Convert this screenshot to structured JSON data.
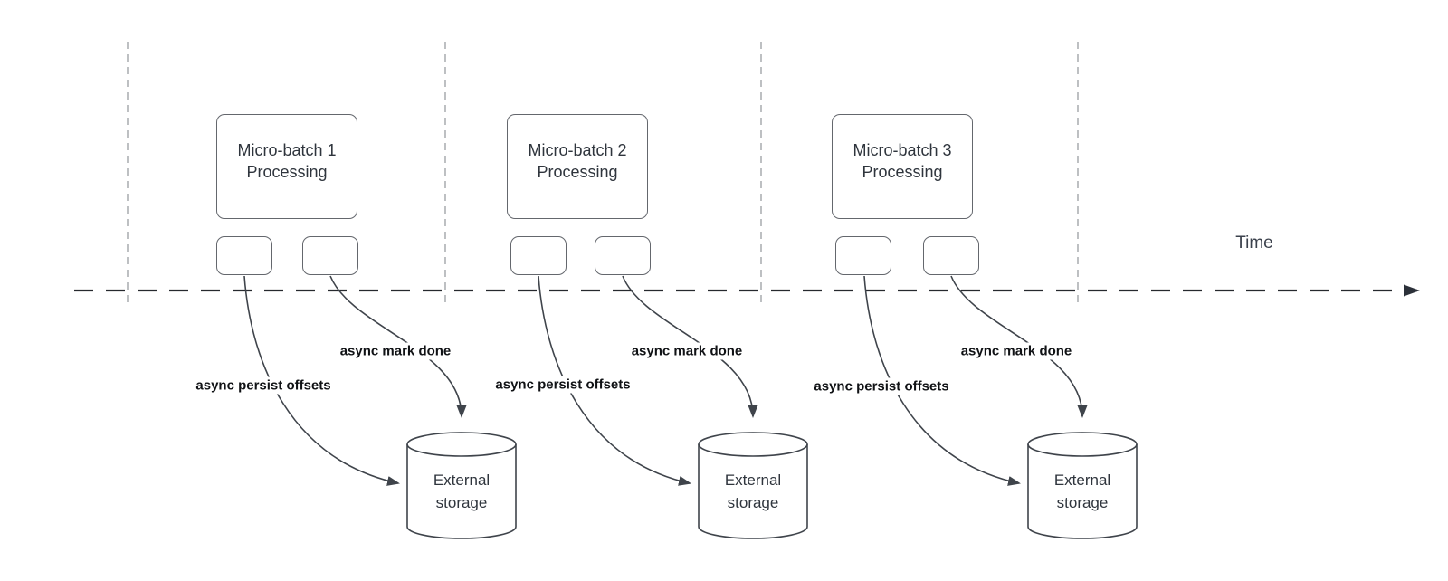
{
  "diagram": {
    "title_hint": "Micro-batch processing timeline with async writes to external storage",
    "time_label": "Time",
    "colors": {
      "shape_stroke": "#64676d",
      "curve_stroke": "#3f444b",
      "timeline_stroke": "#26292e",
      "guide_stroke": "#adb0b4",
      "text_dark": "#2f353d",
      "label_bold": "#101215"
    },
    "batches": [
      {
        "title": "Micro-batch 1",
        "subtitle": "Processing",
        "persist_label": "async persist offsets",
        "done_label": "async mark done",
        "storage": {
          "line1": "External",
          "line2": "storage"
        }
      },
      {
        "title": "Micro-batch 2",
        "subtitle": "Processing",
        "persist_label": "async persist offsets",
        "done_label": "async mark done",
        "storage": {
          "line1": "External",
          "line2": "storage"
        }
      },
      {
        "title": "Micro-batch 3",
        "subtitle": "Processing",
        "persist_label": "async persist offsets",
        "done_label": "async mark done",
        "storage": {
          "line1": "External",
          "line2": "storage"
        }
      }
    ]
  }
}
